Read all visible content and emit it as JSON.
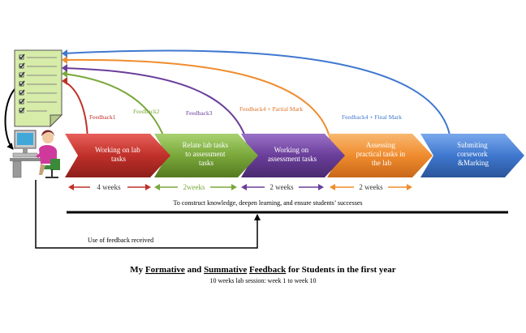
{
  "diagram": {
    "stages": [
      {
        "label_lines": [
          "Working on lab",
          "tasks"
        ],
        "color": "#c0302a"
      },
      {
        "label_lines": [
          "Relate lab tasks",
          "to assessment",
          "tasks"
        ],
        "color": "#7aa83a"
      },
      {
        "label_lines": [
          "Working on",
          "assessment tasks"
        ],
        "color": "#6a3e9a"
      },
      {
        "label_lines": [
          "Assessing",
          "practical tasks in",
          "the lab"
        ],
        "color": "#f08c2e"
      },
      {
        "label_lines": [
          "Submiting",
          "corsework",
          "&Marking"
        ],
        "color": "#3f78cf"
      }
    ],
    "feedback_labels": [
      {
        "text": "Feedback1",
        "color": "#c0302a"
      },
      {
        "text": "Feedback2",
        "color": "#7aa83a"
      },
      {
        "text": "Feedback3",
        "color": "#6a3e9a"
      },
      {
        "text": "Feedback4 + Partial Mark",
        "color": "#e0742a"
      },
      {
        "text": "Feedback4 + Final Mark",
        "color": "#3f78cf"
      }
    ],
    "durations": [
      {
        "text": "4 weeks",
        "color": "#c0302a"
      },
      {
        "text": "2weeks",
        "color": "#7aa83a"
      },
      {
        "text": "2 weeks",
        "color": "#6a3e9a"
      },
      {
        "text": "2 weeks",
        "color": "#f08c2e"
      }
    ],
    "goal_text": "To construct knowledge, deepen learning, and ensure students’ successes",
    "feedback_use_text": "Use of feedback received",
    "title": {
      "prefix": "My ",
      "formative": "Formative",
      "and": " and ",
      "summative": "Summative",
      "space": " ",
      "feedback": "Feedback",
      "suffix": " for Students in the first year"
    },
    "subtitle": "10 weeks lab session: week 1 to week 10",
    "icons": [
      "checklist-document-icon",
      "student-at-computer-icon"
    ]
  }
}
